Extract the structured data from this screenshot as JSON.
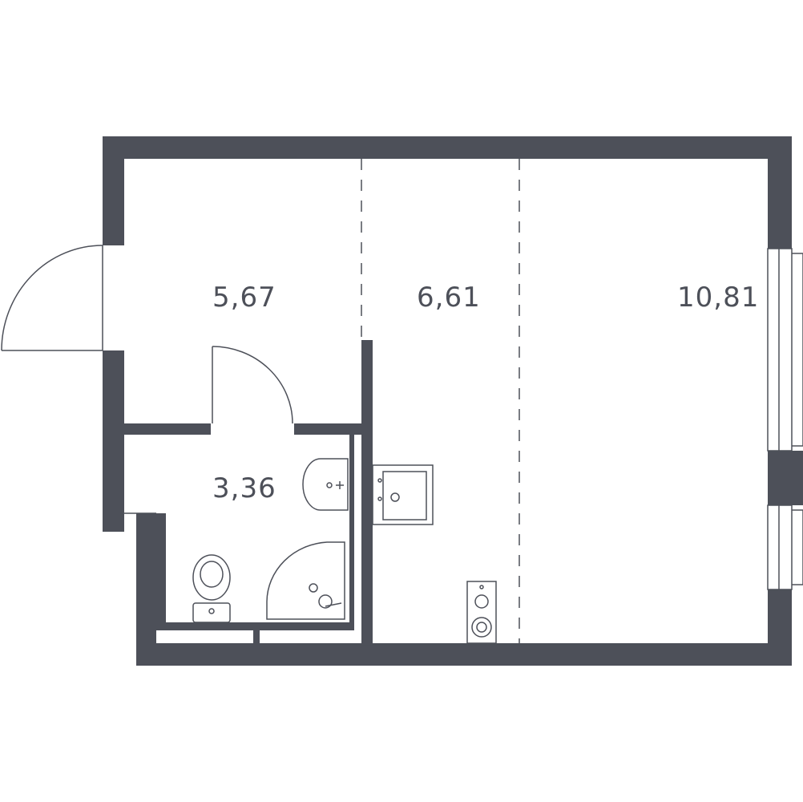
{
  "rooms": [
    {
      "id": "hallway",
      "area": "5,67"
    },
    {
      "id": "kitchen",
      "area": "6,61"
    },
    {
      "id": "living",
      "area": "10,81"
    },
    {
      "id": "bathroom",
      "area": "3,36"
    }
  ],
  "colors": {
    "wall": "#4d5059",
    "background": "#ffffff"
  },
  "icons": [
    "entrance-door-icon",
    "bathroom-door-icon",
    "washbasin-icon",
    "toilet-icon",
    "shower-icon",
    "kitchen-sink-icon",
    "washing-machine-icon",
    "window-icon"
  ]
}
